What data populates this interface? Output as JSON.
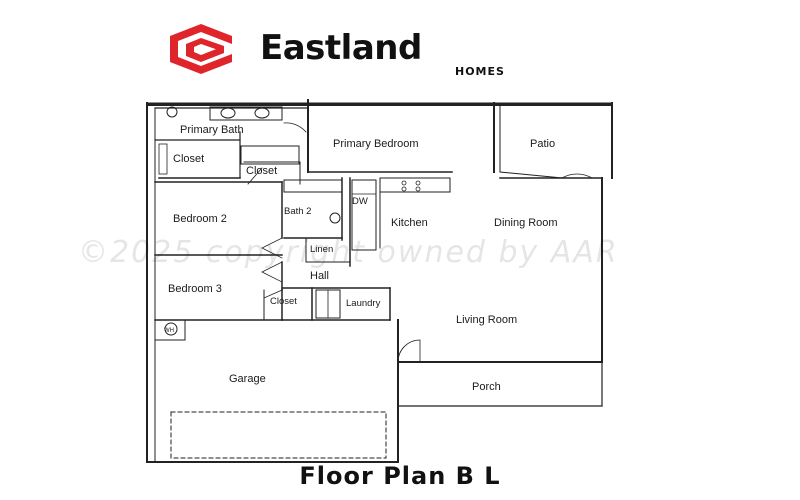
{
  "brand": {
    "name": "Eastland",
    "subtitle": "HOMES",
    "logo_icon": "eastland-e-logo",
    "logo_color": "#e0242b"
  },
  "plan": {
    "rooms": {
      "primary_bath": "Primary Bath",
      "primary_bedroom": "Primary Bedroom",
      "patio": "Patio",
      "closet_primary": "Closet",
      "closet_primary_2": "Closet",
      "bedroom_2": "Bedroom 2",
      "bath_2": "Bath 2",
      "dw": "DW",
      "kitchen": "Kitchen",
      "dining_room": "Dining Room",
      "linen": "Linen",
      "hall": "Hall",
      "bedroom_3": "Bedroom 3",
      "closet_hall": "Closet",
      "laundry": "Laundry",
      "living_room": "Living Room",
      "garage": "Garage",
      "porch": "Porch",
      "wh": "WH"
    },
    "watermark": "©2025 copyright owned by AAR",
    "line_color": "#222222"
  },
  "footer": {
    "title": "Floor Plan B L"
  }
}
